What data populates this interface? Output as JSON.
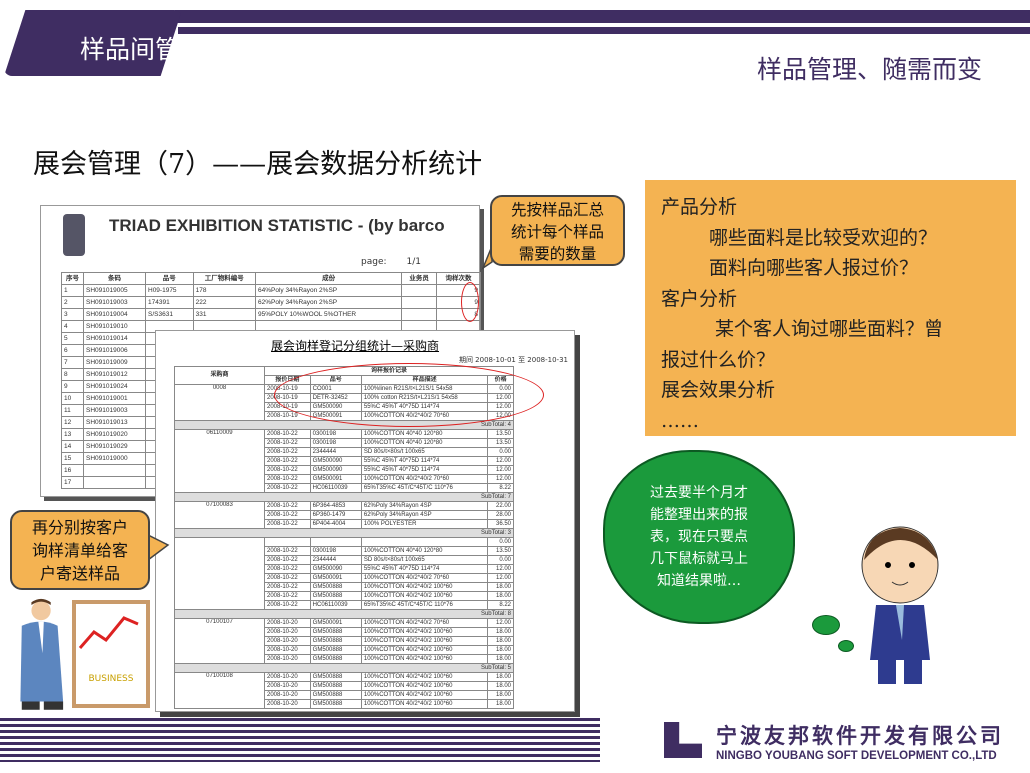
{
  "header": {
    "title": "样品间管理系统",
    "subtitle": "样品管理、随需而变"
  },
  "heading": "展会管理（7）——展会数据分析统计",
  "doc1": {
    "title": "TRIAD EXHIBITION STATISTIC - (by barco",
    "page_label": "page:",
    "page_value": "1/1",
    "headers": [
      "序号",
      "条码",
      "品号",
      "工厂物料编号",
      "成份",
      "业务员",
      "询样次数"
    ],
    "rows": [
      [
        "1",
        "SH091019005",
        "H09-1975",
        "178",
        "64%Poly 34%Rayon 2%SP",
        "",
        "9"
      ],
      [
        "2",
        "SH091019003",
        "174391",
        "222",
        "62%Poly 34%Rayon 2%SP",
        "",
        "9"
      ],
      [
        "3",
        "SH091019004",
        "S/S3631",
        "331",
        "95%POLY 10%WOOL 5%OTHER",
        "",
        "8"
      ],
      [
        "4",
        "SH091019010",
        "",
        "",
        "",
        "",
        ""
      ],
      [
        "5",
        "SH091019014",
        "",
        "",
        "",
        "",
        ""
      ],
      [
        "6",
        "SH091019006",
        "",
        "",
        "",
        "",
        ""
      ],
      [
        "7",
        "SH091019009",
        "",
        "",
        "",
        "",
        ""
      ],
      [
        "8",
        "SH091019012",
        "",
        "",
        "",
        "",
        ""
      ],
      [
        "9",
        "SH091019024",
        "",
        "",
        "",
        "",
        ""
      ],
      [
        "10",
        "SH091019001",
        "",
        "",
        "",
        "",
        ""
      ],
      [
        "11",
        "SH091019003",
        "",
        "",
        "",
        "",
        ""
      ],
      [
        "12",
        "SH091019013",
        "",
        "",
        "",
        "",
        ""
      ],
      [
        "13",
        "SH091019020",
        "",
        "",
        "",
        "",
        ""
      ],
      [
        "14",
        "SH091019029",
        "",
        "",
        "",
        "",
        ""
      ],
      [
        "15",
        "SH091019000",
        "",
        "",
        "",
        "",
        ""
      ],
      [
        "16",
        "",
        "",
        "",
        "",
        "",
        ""
      ],
      [
        "17",
        "",
        "",
        "",
        "",
        "",
        ""
      ]
    ]
  },
  "doc2": {
    "title": "展会询样登记分组统计—采购商",
    "period": "期间 2008-10-01 至 2008-10-31",
    "group_header": "询样报价记录",
    "headers": [
      "采购商",
      "报价日期",
      "品号",
      "样品描述",
      "价格"
    ],
    "groups": [
      {
        "buyer": "0008",
        "rows": [
          [
            "2008-10-19",
            "CO001",
            "100%linen R21S/t×L21S/1 54x58",
            "0.00"
          ],
          [
            "2008-10-19",
            "DETR-32452",
            "100% cotton R21S/t×L21S/1 54x58",
            "12.00"
          ],
          [
            "2008-10-19",
            "GM500090",
            "55%C 45%T 40*75D 114*74",
            "12.00"
          ],
          [
            "2008-10-19",
            "GM500091",
            "100%COTTON 40/2*40/2 70*60",
            "12.00"
          ]
        ],
        "subtotal": "SubTotal: 4"
      },
      {
        "buyer": "06110009",
        "rows": [
          [
            "2008-10-22",
            "0300198",
            "100%COTTON 40*40 120*80",
            "13.50"
          ],
          [
            "2008-10-22",
            "0300198",
            "100%COTTON 40*40 120*80",
            "13.50"
          ],
          [
            "2008-10-22",
            "2344444",
            "SD 80s/t×80s/t 100x65",
            "0.00"
          ],
          [
            "2008-10-22",
            "GM500090",
            "55%C 45%T 40*75D 114*74",
            "12.00"
          ],
          [
            "2008-10-22",
            "GM500090",
            "55%C 45%T 40*75D 114*74",
            "12.00"
          ],
          [
            "2008-10-22",
            "GM500091",
            "100%COTTON 40/2*40/2 70*60",
            "12.00"
          ],
          [
            "2008-10-22",
            "HC06110039",
            "65%T35%C 45T/C*45T/C 110*76",
            "8.22"
          ]
        ],
        "subtotal": "SubTotal: 7"
      },
      {
        "buyer": "07100083",
        "rows": [
          [
            "2008-10-22",
            "6P364-4853",
            "62%Poly 34%Rayon 4SP",
            "22.00"
          ],
          [
            "2008-10-22",
            "6P360-1479",
            "62%Poly 34%Rayon 4SP",
            "28.00"
          ],
          [
            "2008-10-22",
            "6P404-4004",
            "100% POLYESTER",
            "36.50"
          ]
        ],
        "subtotal": "SubTotal: 3"
      },
      {
        "buyer": "",
        "rows": [
          [
            "",
            "",
            "",
            "0.00"
          ],
          [
            "2008-10-22",
            "0300198",
            "100%COTTON 40*40 120*80",
            "13.50"
          ],
          [
            "2008-10-22",
            "2344444",
            "SD 80s/t×80s/t 100x65",
            "0.00"
          ],
          [
            "2008-10-22",
            "GM500090",
            "55%C 45%T 40*75D 114*74",
            "12.00"
          ],
          [
            "2008-10-22",
            "GM500091",
            "100%COTTON 40/2*40/2 70*60",
            "12.00"
          ],
          [
            "2008-10-22",
            "GM500888",
            "100%COTTON 40/2*40/2 100*60",
            "18.00"
          ],
          [
            "2008-10-22",
            "GM500888",
            "100%COTTON 40/2*40/2 100*60",
            "18.00"
          ],
          [
            "2008-10-22",
            "HC06110039",
            "65%T35%C 45T/C*45T/C 110*76",
            "8.22"
          ]
        ],
        "subtotal": "SubTotal: 8"
      },
      {
        "buyer": "07100107",
        "rows": [
          [
            "2008-10-20",
            "GM500091",
            "100%COTTON 40/2*40/2 70*60",
            "12.00"
          ],
          [
            "2008-10-20",
            "GM500888",
            "100%COTTON 40/2*40/2 100*60",
            "18.00"
          ],
          [
            "2008-10-20",
            "GM500888",
            "100%COTTON 40/2*40/2 100*60",
            "18.00"
          ],
          [
            "2008-10-20",
            "GM500888",
            "100%COTTON 40/2*40/2 100*60",
            "18.00"
          ],
          [
            "2008-10-20",
            "GM500888",
            "100%COTTON 40/2*40/2 100*60",
            "18.00"
          ]
        ],
        "subtotal": "SubTotal: 5"
      },
      {
        "buyer": "07100108",
        "rows": [
          [
            "2008-10-20",
            "GM500888",
            "100%COTTON 40/2*40/2 100*60",
            "18.00"
          ],
          [
            "2008-10-20",
            "GM500888",
            "100%COTTON 40/2*40/2 100*60",
            "18.00"
          ],
          [
            "2008-10-20",
            "GM500888",
            "100%COTTON 40/2*40/2 100*60",
            "18.00"
          ],
          [
            "2008-10-20",
            "GM500888",
            "100%COTTON 40/2*40/2 100*60",
            "18.00"
          ]
        ],
        "subtotal": ""
      }
    ]
  },
  "callout_top": [
    "先按样品汇总",
    "统计每个样品",
    "需要的数量"
  ],
  "callout_bottom": [
    "再分别按客户",
    "询样清单给客",
    "户寄送样品"
  ],
  "analysis": [
    "产品分析",
    "哪些面料是比较受欢迎的？",
    "面料向哪些客人报过价？",
    "客户分析",
    "某个客人询过哪些面料？曾",
    "报过什么价？",
    "展会效果分析",
    "……"
  ],
  "cloud": [
    "过去要半个月才",
    "能整理出来的报",
    "表，现在只要点",
    "几下鼠标就马上",
    "知道结果啦…"
  ],
  "board_label": "BUSINESS",
  "footer": {
    "company_cn": "宁波友邦软件开发有限公司",
    "company_en": "NINGBO YOUBANG SOFT DEVELOPMENT CO.,LTD"
  },
  "colors": {
    "brand": "#3f2d62",
    "orange": "#f4b352",
    "green": "#1b9a3c"
  }
}
